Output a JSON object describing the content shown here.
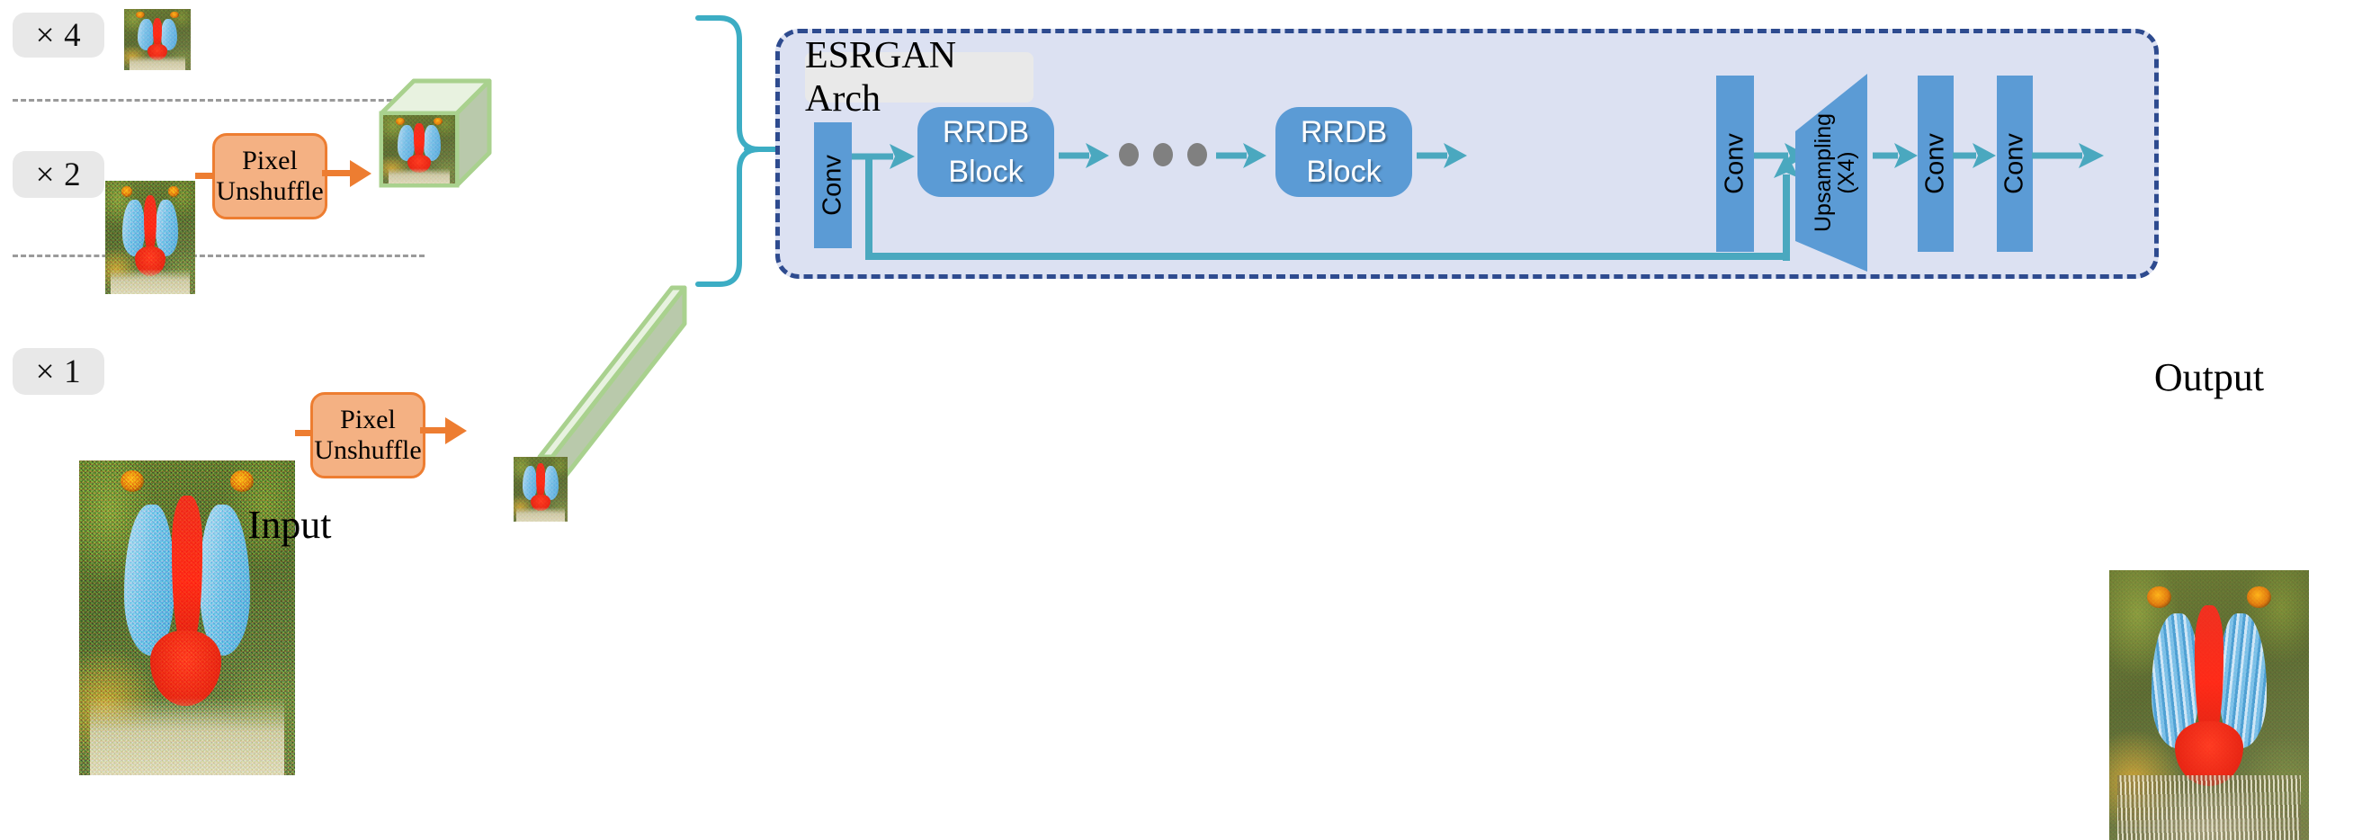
{
  "figure": {
    "input_caption": "Input",
    "output_caption": "Output",
    "arch_title": "ESRGAN Arch"
  },
  "scales": [
    {
      "label": "× 4",
      "name": "x4"
    },
    {
      "label": "× 2",
      "name": "x2"
    },
    {
      "label": "× 1",
      "name": "x1"
    }
  ],
  "pixel_unshuffle": {
    "line1": "Pixel",
    "line2": "Unshuffle"
  },
  "arch_blocks": {
    "conv_in": "Conv",
    "rrdb_first": {
      "line1": "RRDB",
      "line2": "Block"
    },
    "rrdb_last": {
      "line1": "RRDB",
      "line2": "Block"
    },
    "conv_body": "Conv",
    "upsampling": {
      "line1": "Upsampling",
      "line2": "(X4)"
    },
    "conv_hr": "Conv",
    "conv_last": "Conv",
    "ellipsis_dots": 3
  },
  "colors": {
    "conv_bar": "#5b9bd5",
    "rrdb_block": "#5b9bd5",
    "panel_background": "#dce1f2",
    "panel_border": "#2e4b8f",
    "title_chip": "#e9e9e9",
    "scale_chip": "#e8e8e8",
    "pixel_unshuffle_fill": "#f4b183",
    "pixel_unshuffle_border": "#ed7d31",
    "arrow_teal": "#4aa8bf",
    "arrow_orange": "#ed7d31",
    "slab_green": "#a9d18e",
    "separator": "#9a9a9a",
    "dots_gray": "#808080"
  }
}
